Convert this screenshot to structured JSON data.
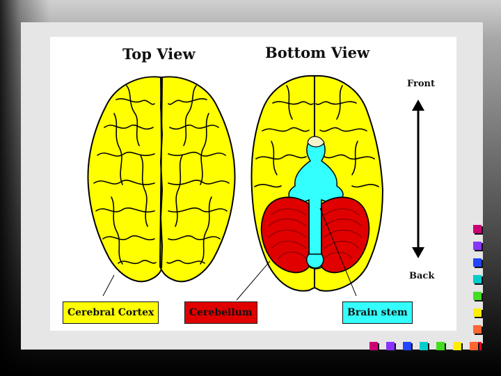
{
  "titles": {
    "top_view": "Top View",
    "bottom_view": "Bottom View"
  },
  "orientation": {
    "front": "Front",
    "back": "Back"
  },
  "callouts": {
    "cerebral_cortex": "Cerebral Cortex",
    "cerebellum": "Cerebellum",
    "brain_stem": "Brain stem"
  },
  "colors": {
    "cortex_yellow": "#ffff00",
    "cerebellum_red": "#e00000",
    "brain_stem_cyan": "#33ffff",
    "callout_cortex_bg": "#ffff00",
    "callout_cerebellum_bg": "#e00000",
    "callout_brainstem_bg": "#33ffff"
  },
  "decor_squares": {
    "right_column": [
      "#cc0077",
      "#8833ff",
      "#2244ff",
      "#00cccc",
      "#44dd22",
      "#ffee00",
      "#ff6633",
      "#ee0022"
    ],
    "bottom_row": [
      "#cc0077",
      "#8833ff",
      "#2244ff",
      "#00cccc",
      "#44dd22",
      "#ffee00",
      "#ff6633"
    ]
  }
}
